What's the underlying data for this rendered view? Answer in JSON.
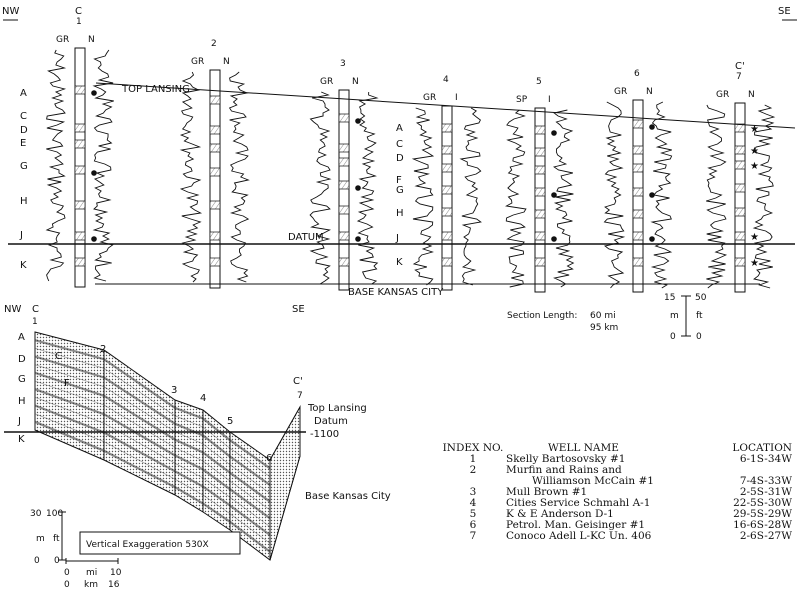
{
  "compass": {
    "nw": "NW",
    "se": "SE"
  },
  "wells": [
    {
      "num": "1",
      "top_label": "C",
      "logs": [
        "GR",
        "N"
      ],
      "marker": "dot"
    },
    {
      "num": "2",
      "top_label": "",
      "logs": [
        "GR",
        "N"
      ],
      "marker": ""
    },
    {
      "num": "3",
      "top_label": "",
      "logs": [
        "GR",
        "N"
      ],
      "marker": "dot"
    },
    {
      "num": "4",
      "top_label": "",
      "logs": [
        "GR",
        "I"
      ],
      "marker": ""
    },
    {
      "num": "5",
      "top_label": "",
      "logs": [
        "SP",
        "I"
      ],
      "marker": "dot"
    },
    {
      "num": "6",
      "top_label": "",
      "logs": [
        "GR",
        "N"
      ],
      "marker": "dot"
    },
    {
      "num": "7",
      "top_label": "C'",
      "logs": [
        "GR",
        "N"
      ],
      "marker": "star"
    }
  ],
  "zones_left": [
    "A",
    "C",
    "D",
    "E",
    "G",
    "H",
    "J",
    "K"
  ],
  "zones_mid": [
    "A",
    "C",
    "D",
    "F",
    "G",
    "H",
    "J",
    "K"
  ],
  "cross_section": {
    "top_lansing": "TOP LANSING",
    "datum": "DATUM",
    "base_kansas_city": "BASE KANSAS CITY",
    "section_length_label": "Section Length:",
    "section_length_mi": "60 mi",
    "section_length_km": "95 km",
    "scale_m_top": "15",
    "scale_ft_top": "50",
    "scale_m": "m",
    "scale_ft": "ft",
    "scale_zero_m": "0",
    "scale_zero_ft": "0"
  },
  "profile": {
    "nw": "NW",
    "se": "SE",
    "start_label": "C",
    "start_num": "1",
    "end_label": "C'",
    "end_num": "7",
    "zones": [
      "A",
      "C",
      "D",
      "G",
      "F",
      "H",
      "J",
      "K"
    ],
    "well_nums": [
      "2",
      "3",
      "4",
      "5",
      "6"
    ],
    "top_lansing": "Top Lansing",
    "datum": "Datum",
    "datum_value": "-1100",
    "base_kansas_city": "Base Kansas City",
    "vert_scale_m": "30",
    "vert_scale_ft": "100",
    "vert_m": "m",
    "vert_ft": "ft",
    "vert_zero_m": "0",
    "vert_zero_ft": "0",
    "vertical_exaggeration": "Vertical Exaggeration 530X",
    "horiz_mi_0": "0",
    "horiz_mi_label": "mi",
    "horiz_mi_10": "10",
    "horiz_km_0": "0",
    "horiz_km_label": "km",
    "horiz_km_16": "16"
  },
  "index_table": {
    "headers": [
      "INDEX NO.",
      "WELL NAME",
      "LOCATION"
    ],
    "rows": [
      {
        "no": "1",
        "name": "Skelly Bartosovsky #1",
        "location": "6-1S-34W"
      },
      {
        "no": "2",
        "name": "Murfin and Rains and",
        "location": ""
      },
      {
        "no": "",
        "name": "Williamson McCain #1",
        "location": "7-4S-33W"
      },
      {
        "no": "3",
        "name": "Mull Brown #1",
        "location": "2-5S-31W"
      },
      {
        "no": "4",
        "name": "Cities Service Schmahl A-1",
        "location": "22-5S-30W"
      },
      {
        "no": "5",
        "name": "K & E Anderson D-1",
        "location": "29-5S-29W"
      },
      {
        "no": "6",
        "name": "Petrol. Man. Geisinger #1",
        "location": "16-6S-28W"
      },
      {
        "no": "7",
        "name": "Conoco Adell L-KC Un. 406",
        "location": "2-6S-27W"
      }
    ]
  }
}
